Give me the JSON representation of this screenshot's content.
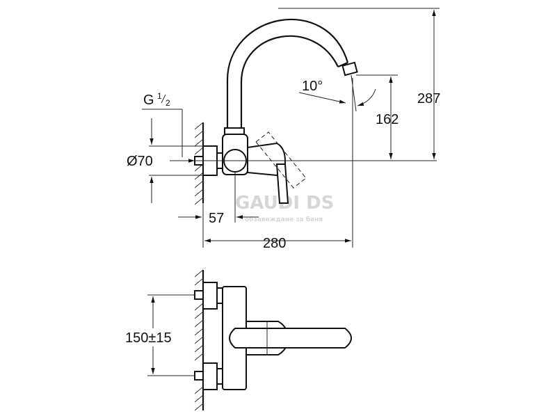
{
  "labels": {
    "thread": "G",
    "thread_num": "1",
    "thread_den": "2",
    "diameter": "Ø70",
    "angle": "10°",
    "height_162": "162",
    "height_287": "287",
    "offset_57": "57",
    "reach_280": "280",
    "spacing": "150±15"
  },
  "watermark": {
    "brand": "GAUDI DS",
    "tagline": "обзавеждане за баня"
  },
  "colors": {
    "line": "#111111",
    "watermark": "#d6d6d6"
  }
}
